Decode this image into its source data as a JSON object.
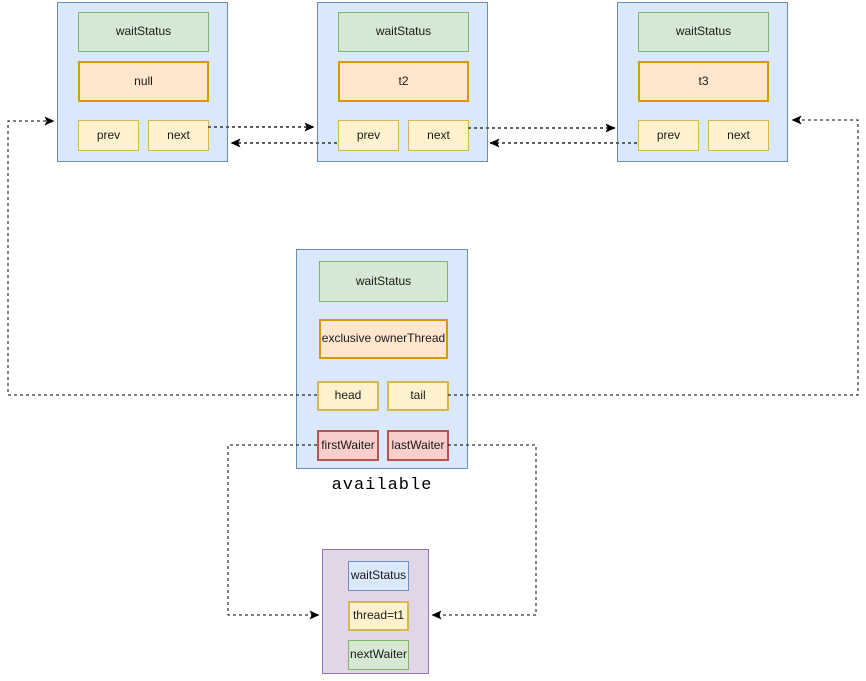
{
  "queue_nodes": [
    {
      "wait_status": "waitStatus",
      "value": "null",
      "prev": "prev",
      "next": "next"
    },
    {
      "wait_status": "waitStatus",
      "value": "t2",
      "prev": "prev",
      "next": "next"
    },
    {
      "wait_status": "waitStatus",
      "value": "t3",
      "prev": "prev",
      "next": "next"
    }
  ],
  "sync_queue": {
    "wait_status": "waitStatus",
    "owner_thread": "exclusive ownerThread",
    "head": "head",
    "tail": "tail",
    "first_waiter": "firstWaiter",
    "last_waiter": "lastWaiter",
    "caption": "available"
  },
  "condition_node": {
    "wait_status": "waitStatus",
    "thread": "thread=t1",
    "next_waiter": "nextWaiter"
  },
  "colors": {
    "node_fill": "#DAE8FC",
    "node_stroke": "#6C8EBF",
    "green_fill": "#D5E8D4",
    "green_stroke": "#82B366",
    "orange_fill": "#FFE6CC",
    "orange_stroke": "#D79B00",
    "yellow_fill": "#FFF2CC",
    "yellow_stroke": "#D6B656",
    "red_fill": "#F8CECC",
    "red_stroke": "#B85450",
    "purple_fill": "#E1D5E7",
    "purple_stroke": "#9673A6",
    "pointer_arrow": "#000000",
    "link_arrow": "#5F5F5F"
  }
}
